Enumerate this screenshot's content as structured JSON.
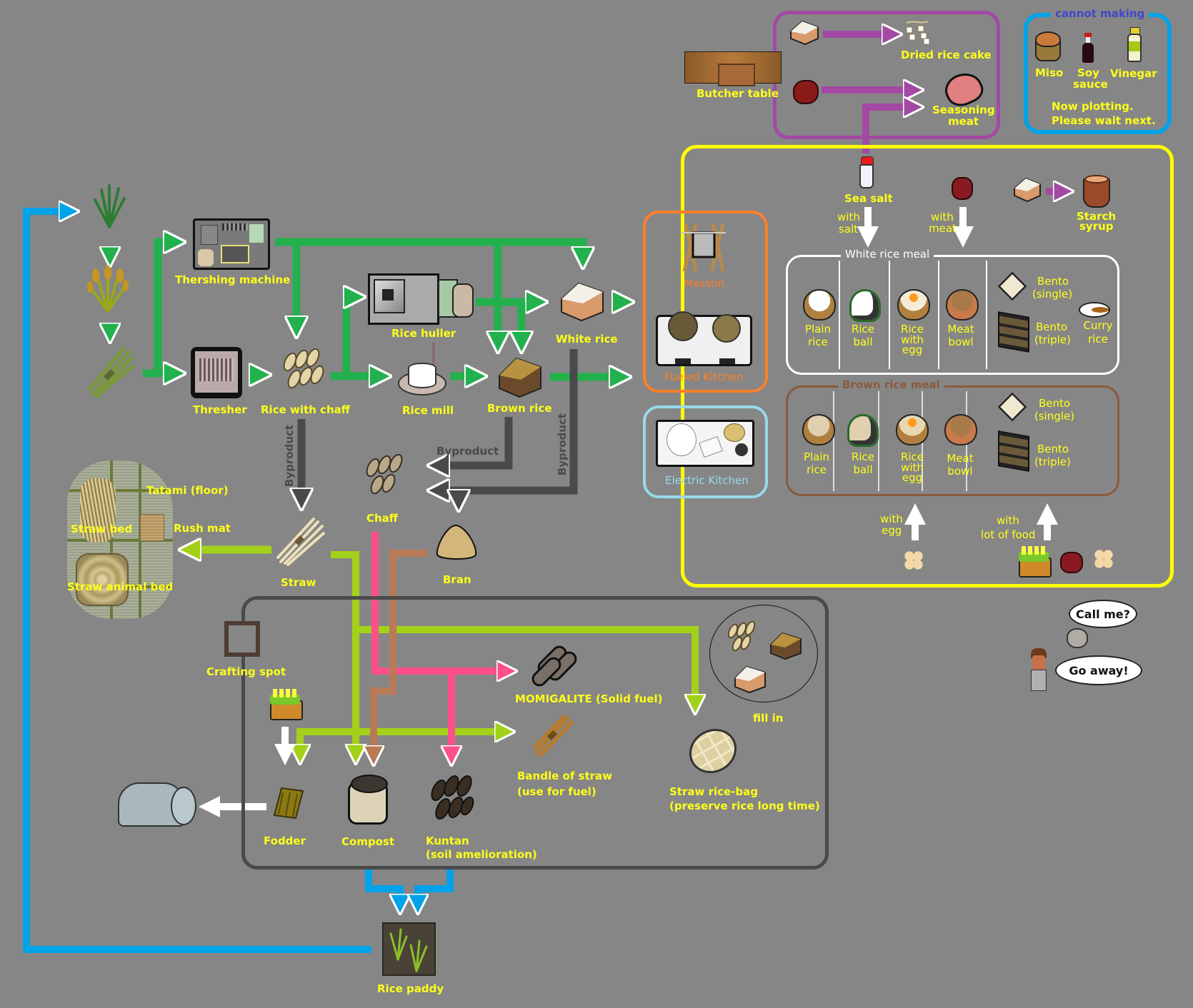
{
  "title": "Rice production chart",
  "colors": {
    "background": "#868686",
    "label": "#ffff1a",
    "flow_green": "#22b14c",
    "flow_lime": "#a3d11a",
    "flow_pink": "#ff4f8b",
    "flow_brown": "#b97a56",
    "flow_byproduct": "#4a4a4a",
    "flow_blue": "#00a2e8",
    "flow_purple": "#a349a4",
    "box_cooking": "#ffff00",
    "box_fueled": "#ff7f27",
    "box_electric": "#99d9ea",
    "box_butcher": "#a349a4",
    "box_cannot": "#00a2e8",
    "box_crafting": "#4a4a4a",
    "box_white_meal": "#ffffff",
    "box_brown_meal": "#8b5a3c"
  },
  "growth": {
    "stages": [
      "rice-plant-growing",
      "rice-plant-ripe",
      "rice-bundle"
    ]
  },
  "processing": {
    "threshing_machine": "Thershing machine",
    "thresher": "Thresher",
    "rice_with_chaff": "Rice with chaff",
    "rice_huller": "Rice huller",
    "rice_mill": "Rice mill",
    "brown_rice": "Brown rice",
    "white_rice": "White rice",
    "byproduct_labels": [
      "Byproduct",
      "Byproduct",
      "Byproduct"
    ],
    "chaff": "Chaff",
    "bran": "Bran",
    "straw": "Straw"
  },
  "straw_uses": {
    "tatami": "Tatami (floor)",
    "straw_bed": "Straw bed",
    "rush_mat": "Rush mat",
    "straw_animal_bed": "Straw animal bed"
  },
  "crafting": {
    "crafting_spot": "Crafting spot",
    "momigalite": "MOMIGALITE (Solid fuel)",
    "bandle_line1": "Bandle of straw",
    "bandle_line2": " (use for fuel)",
    "rice_bag_line1": "Straw rice-bag",
    "rice_bag_line2": "(preserve rice long time)",
    "fill_in": "fill in",
    "fodder": "Fodder",
    "compost": "Compost",
    "kuntan_line1": "Kuntan",
    "kuntan_line2": "(soil amelioration)",
    "rice_paddy": "Rice paddy"
  },
  "kitchens": {
    "messtin": "Messtin",
    "fueled_kitchen": "Fueled Kitchen",
    "electric_kitchen": "Electric Kitchen"
  },
  "butcher": {
    "butcher_table": "Butcher table",
    "dried_rice_cake": "Dried rice cake",
    "seasoning_meat_line1": "Seasoning",
    "seasoning_meat_line2": "meat"
  },
  "cannot_making": {
    "title": "cannot making",
    "items": [
      {
        "line1": "Miso",
        "line2": ""
      },
      {
        "line1": "Soy",
        "line2": "sauce"
      },
      {
        "line1": "Vinegar",
        "line2": ""
      }
    ],
    "note_line1": "Now plotting.",
    "note_line2": "Please wait next."
  },
  "cooking": {
    "sea_salt": "Sea salt",
    "with_salt_1": "with",
    "with_salt_2": "salt",
    "with_meat_1": "with",
    "with_meat_2": "meat",
    "starch_syrup_1": "Starch",
    "starch_syrup_2": "syrup",
    "white_meal_title": "White rice meal",
    "brown_meal_title": "Brown rice meal",
    "white_meals": [
      {
        "line1": "Plain",
        "line2": "rice",
        "line3": ""
      },
      {
        "line1": "Rice",
        "line2": "ball",
        "line3": ""
      },
      {
        "line1": "Rice",
        "line2": "with",
        "line3": "egg"
      },
      {
        "line1": "Meat",
        "line2": "bowl",
        "line3": ""
      }
    ],
    "white_bento_single_1": "Bento",
    "white_bento_single_2": "(single)",
    "white_bento_triple_1": "Bento",
    "white_bento_triple_2": "(triple)",
    "curry_rice_1": "Curry",
    "curry_rice_2": "rice",
    "brown_meals": [
      {
        "line1": "Plain",
        "line2": "rice",
        "line3": ""
      },
      {
        "line1": "Rice",
        "line2": "ball",
        "line3": ""
      },
      {
        "line1": "Rice",
        "line2": "with",
        "line3": "egg"
      },
      {
        "line1": "Meat",
        "line2": "bowl",
        "line3": ""
      }
    ],
    "brown_bento_single_1": "Bento",
    "brown_bento_single_2": "(single)",
    "brown_bento_triple_1": "Bento",
    "brown_bento_triple_2": "(triple)",
    "with_egg_1": "with",
    "with_egg_2": "egg",
    "with_food_1": "with",
    "with_food_2": "lot of food"
  },
  "speech": {
    "call_me": "Call me?",
    "go_away": "Go away!"
  }
}
